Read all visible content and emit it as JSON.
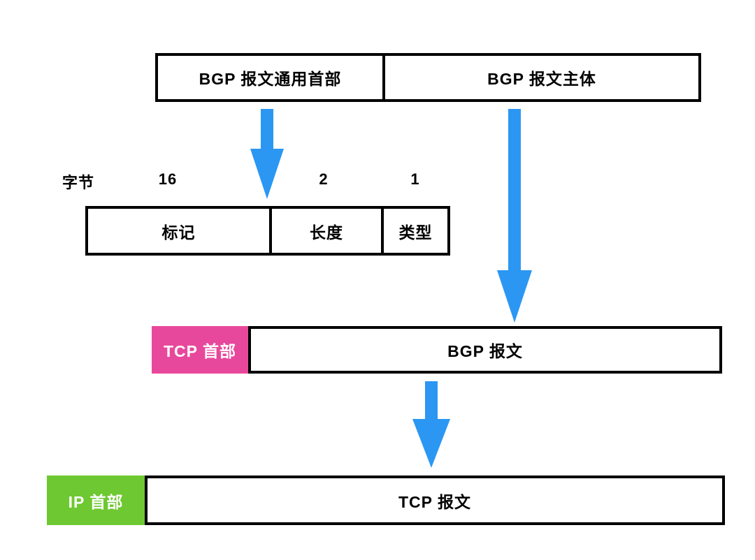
{
  "colors": {
    "arrow": "#2b97f3",
    "tcp_header_bg": "#e8489c",
    "ip_header_bg": "#6ec831",
    "box_border": "#000000",
    "box_bg": "#ffffff",
    "text": "#000000",
    "header_text": "#ffffff"
  },
  "bgp_packet": {
    "common_header_label": "BGP 报文通用首部",
    "body_label": "BGP 报文主体"
  },
  "byte_scale": {
    "unit_label": "字节"
  },
  "common_header_fields": [
    {
      "label": "标记",
      "bytes": "16"
    },
    {
      "label": "长度",
      "bytes": "2"
    },
    {
      "label": "类型",
      "bytes": "1"
    }
  ],
  "tcp_encapsulation": {
    "header_label": "TCP 首部",
    "payload_label": "BGP 报文"
  },
  "ip_encapsulation": {
    "header_label": "IP 首部",
    "payload_label": "TCP 报文"
  }
}
